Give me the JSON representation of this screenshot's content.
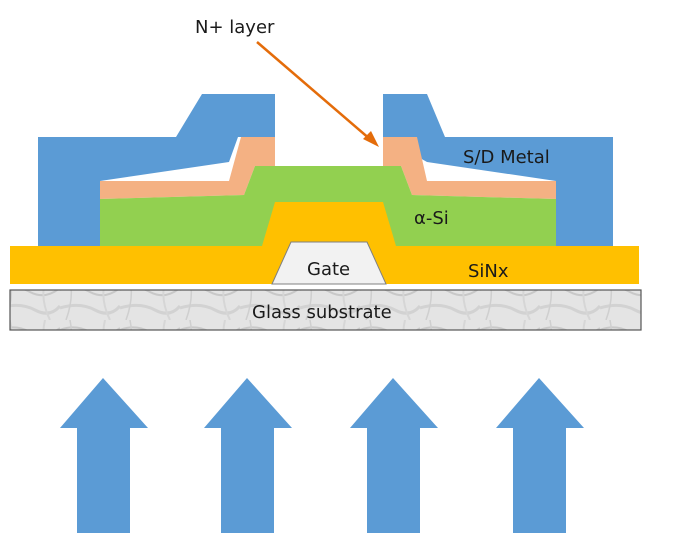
{
  "labels": {
    "n_plus_layer": "N+ layer",
    "sd_metal": "S/D Metal",
    "a_si": "α-Si",
    "sinx": "SiNx",
    "gate": "Gate",
    "glass_substrate": "Glass substrate"
  },
  "arrow_count": 4,
  "colors": {
    "sd_metal": "#5b9bd5",
    "n_plus": "#f4b183",
    "a_si": "#92d050",
    "sinx": "#ffc000",
    "gate": "#f2f2f2",
    "glass": "#e6e6e6",
    "light_arrow": "#5b9bd5",
    "pointer": "#e46c0a"
  }
}
